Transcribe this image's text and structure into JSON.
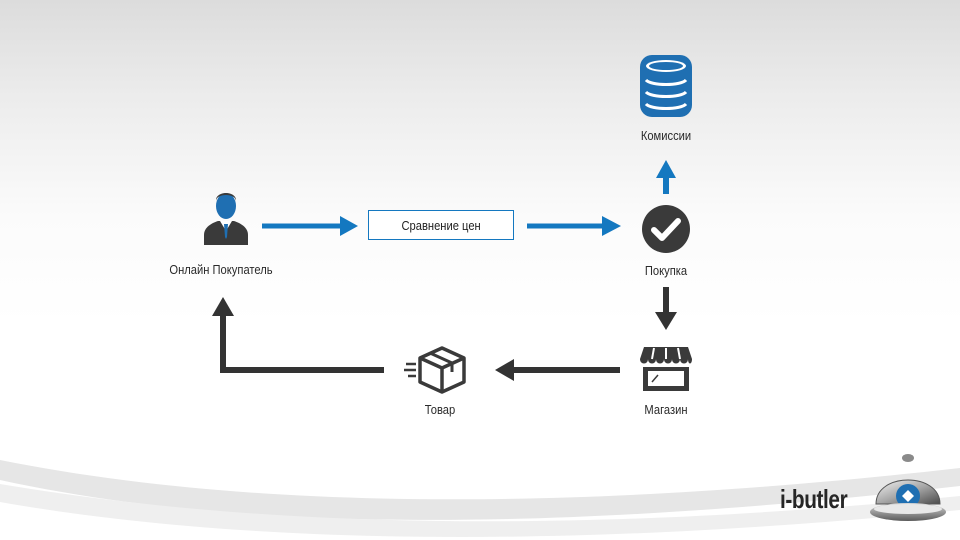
{
  "nodes": {
    "buyer": {
      "label": "Онлайн Покупатель",
      "icon": "person-icon"
    },
    "compare": {
      "label": "Сравнение цен"
    },
    "purchase": {
      "label": "Покупка",
      "icon": "checkmark-circle-icon"
    },
    "commission": {
      "label": "Комиссии",
      "icon": "database-icon"
    },
    "shop": {
      "label": "Магазин",
      "icon": "store-icon"
    },
    "goods": {
      "label": "Товар",
      "icon": "package-icon"
    }
  },
  "logo": {
    "text": "i-butler",
    "icon": "cloche-icon"
  },
  "colors": {
    "blue_arrow": "#1478c0",
    "dark_arrow": "#333333",
    "icon_blue": "#1f6fb2",
    "icon_dark": "#3a3a3a"
  }
}
